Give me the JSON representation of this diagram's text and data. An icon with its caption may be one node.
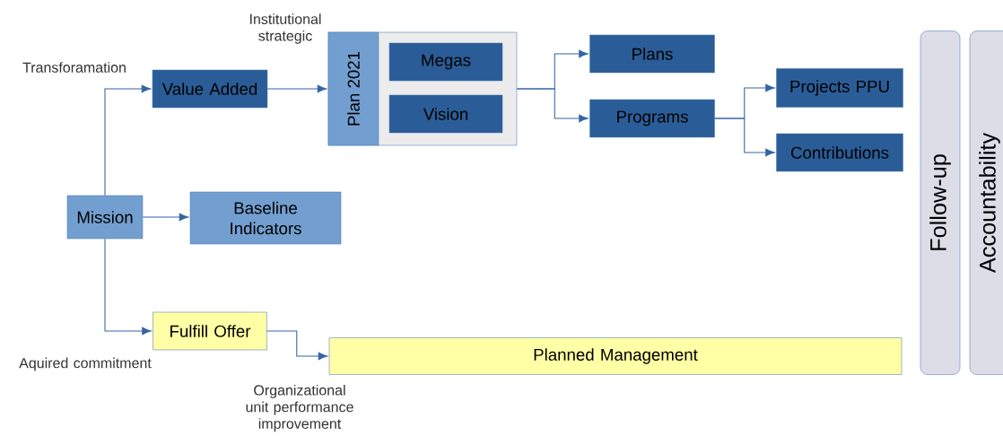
{
  "diagram": {
    "nodes": [
      {
        "text": [
          "Value Added"
        ]
      },
      {
        "text": [
          "Plan 2021"
        ]
      },
      {
        "text": [
          "Megas"
        ],
        "in": 1
      },
      {
        "text": [
          "Vision"
        ],
        "in": 1
      },
      {
        "text": [
          "Plans"
        ]
      },
      {
        "text": [
          "Programs"
        ]
      },
      {
        "text": [
          "Projects PPU"
        ]
      },
      {
        "text": [
          "Contributions"
        ]
      },
      {
        "text": [
          "Mission"
        ]
      },
      {
        "text": [
          "Baseline Indicators"
        ]
      },
      {
        "text": [
          "Fulfill Offer"
        ]
      },
      {
        "text": [
          "Planned Management"
        ]
      },
      {
        "text": [
          "Follow-up"
        ]
      },
      {
        "text": [
          "Accountability"
        ]
      }
    ],
    "edges": [
      {
        "from": 8,
        "to": 0,
        "arrow": "to"
      },
      {
        "from": 0,
        "to": 1,
        "arrow": "to"
      },
      {
        "from": 1,
        "to": 4,
        "arrow": "to"
      },
      {
        "from": 1,
        "to": 5,
        "arrow": "to"
      },
      {
        "from": 5,
        "to": 6,
        "arrow": "to"
      },
      {
        "from": 5,
        "to": 7,
        "arrow": "to"
      },
      {
        "from": 8,
        "to": 9,
        "arrow": "to"
      },
      {
        "from": 8,
        "to": 10,
        "arrow": "to"
      },
      {
        "from": 10,
        "to": 11,
        "arrow": "to"
      }
    ],
    "labels": [
      "Institutional strategic",
      "Transforamation",
      "Aquired commitment",
      "Organizational unit performance improvement"
    ]
  }
}
